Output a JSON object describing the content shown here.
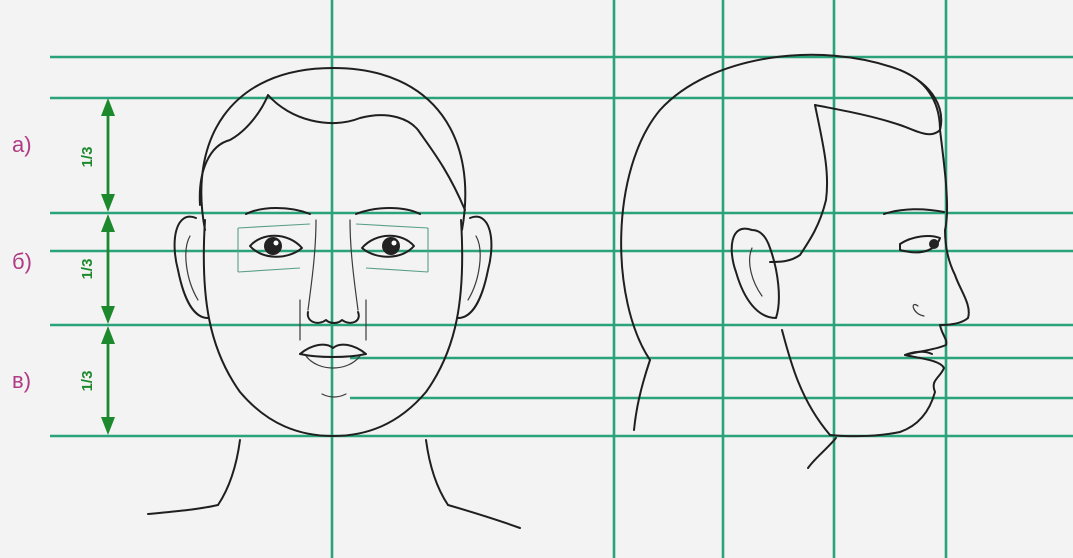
{
  "diagram": {
    "rows": [
      {
        "label": "а)",
        "fraction": "1/3"
      },
      {
        "label": "б)",
        "fraction": "1/3"
      },
      {
        "label": "в)",
        "fraction": "1/3"
      }
    ],
    "colors": {
      "grid": "#2aa27a",
      "arrow": "#1c8a2c",
      "row_label": "#b03a84",
      "ink": "#1f1f1f",
      "background": "#f3f3f3"
    }
  }
}
